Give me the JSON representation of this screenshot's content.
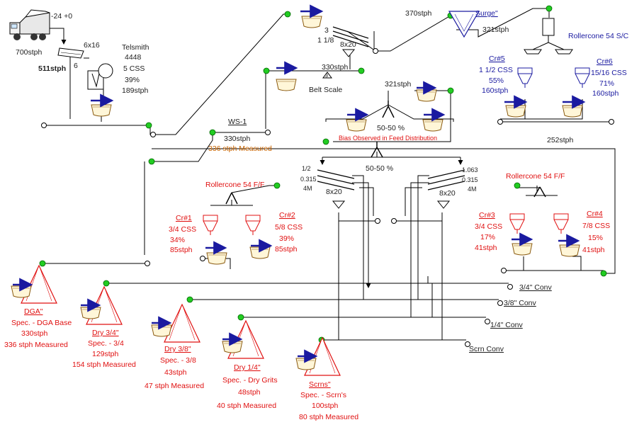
{
  "palette": {
    "red": "#e01010",
    "blue": "#1a1aa0",
    "orange": "#c86400",
    "green": "#22cc22",
    "black": "#222222"
  },
  "icons": [
    "dump-truck-icon",
    "grizzly-feeder-icon",
    "jaw-crusher-icon",
    "screen-icon",
    "cone-crusher-icon",
    "stockpile-icon",
    "surge-bin-icon",
    "belt-scale-icon",
    "splitter-icon",
    "conveyor-pulley-icon"
  ],
  "feed": {
    "truck_rate": "700stph",
    "size_range": "-24 +0",
    "grizzly_size": "6x16",
    "grizzly_under": "6",
    "grizzly_over_rate": "511stph",
    "jaw_name": "Telsmith",
    "jaw_model": "4448",
    "jaw_css": "5 CSS",
    "jaw_pct": "39%",
    "jaw_rate": "189stph"
  },
  "screen_primary": {
    "deck_top": "3",
    "deck_bottom": "1 1/8",
    "size": "8x20"
  },
  "main_flows": {
    "surge_feed_rate": "370stph",
    "belt_scale_rate": "330stph",
    "belt_scale_label": "Belt Scale",
    "return_rate": "321stph",
    "return_rate_2": "252stph"
  },
  "surge": {
    "name": "Surge\"",
    "rate": "321stph"
  },
  "sc_plant": {
    "name": "Rollercone 54 S/C",
    "cr5": {
      "name": "Cr#5",
      "css": "1 1/2 CSS",
      "pct": "55%",
      "rate": "160stph"
    },
    "cr6": {
      "name": "Cr#6",
      "css": "15/16 CSS",
      "pct": "71%",
      "rate": "160stph"
    }
  },
  "ws1": {
    "name": "WS-1",
    "rate": "330stph",
    "measured": "336 stph Measured"
  },
  "split_top": {
    "ratio": "50-50 %",
    "note": "Bias Observed in Feed Distribution"
  },
  "split_mid": {
    "ratio": "50-50 %"
  },
  "screen_left": {
    "deck1": "1/2",
    "deck2": "0.315",
    "deck3": "4M",
    "size": "8x20"
  },
  "screen_right": {
    "deck1": "1.063",
    "deck2": "0.315",
    "deck3": "4M",
    "size": "8x20"
  },
  "ff_left": {
    "name": "Rollercone 54 F/F",
    "cr1": {
      "name": "Cr#1",
      "css": "3/4 CSS",
      "pct": "34%",
      "rate": "85stph"
    },
    "cr2": {
      "name": "Cr#2",
      "css": "5/8 CSS",
      "pct": "39%",
      "rate": "85stph"
    }
  },
  "ff_right": {
    "name": "Rollercone 54 F/F",
    "cr3": {
      "name": "Cr#3",
      "css": "3/4 CSS",
      "pct": "17%",
      "rate": "41stph"
    },
    "cr4": {
      "name": "Cr#4",
      "css": "7/8 CSS",
      "pct": "15%",
      "rate": "41stph"
    }
  },
  "conveyors": {
    "c34": "3/4\" Conv",
    "c38": "3/8\" Conv",
    "c14": "1/4\" Conv",
    "scrn": "Scrn Conv"
  },
  "piles": {
    "dga": {
      "name": "DGA\"",
      "spec": "Spec. - DGA Base",
      "rate": "330stph",
      "measured": "336 stph Measured"
    },
    "d34": {
      "name": "Dry 3/4\"",
      "spec": "Spec. - 3/4",
      "rate": "129stph",
      "measured": "154 stph Measured"
    },
    "d38": {
      "name": "Dry 3/8\"",
      "spec": "Spec. - 3/8",
      "rate": "43stph",
      "measured": "47 stph Measured"
    },
    "d14": {
      "name": "Dry 1/4\"",
      "spec": "Spec. - Dry Grits",
      "rate": "48stph",
      "measured": "40 stph Measured"
    },
    "scrn": {
      "name": "Scrns\"",
      "spec": "Spec. - Scrn's",
      "rate": "100stph",
      "measured": "80 stph Measured"
    }
  }
}
